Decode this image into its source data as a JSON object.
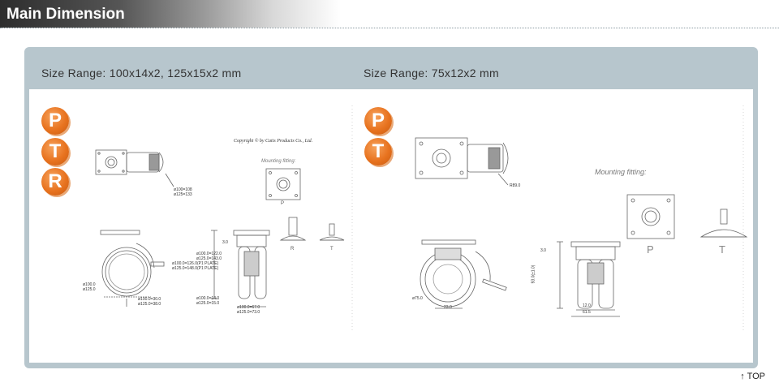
{
  "header": {
    "title": "Main Dimension"
  },
  "panel": {
    "left_range": "Size Range:  100x14x2,  125x15x2  mm",
    "right_range": "Size Range:  75x12x2  mm"
  },
  "left": {
    "badges": [
      "P",
      "T",
      "R"
    ],
    "copyright": "Copyright © by Catis Products Co., Ltd.",
    "mounting_title": "Mounting  fitting:",
    "fit_labels": [
      "P",
      "R",
      "T"
    ],
    "dims": {
      "top_a": "ø100=108",
      "top_b": "ø125=133",
      "wheel_a": "ø100.0",
      "wheel_b": "ø125.0",
      "base_a": "ø100.0=30.0",
      "base_b": "ø125.0=38.0",
      "h_30": "3.0",
      "h1_a": "ø100.0=122.0",
      "h1_b": "ø125.0=143.0",
      "h2_a": "ø100.0=126.0(P1 PLATE)",
      "h2_b": "ø125.0=148.0(P1 PLATE)",
      "w_a": "ø100.0=14.0",
      "w_b": "ø125.0=15.0",
      "w2_a": "ø100.0=67.0",
      "w2_b": "ø125.0=73.0"
    }
  },
  "right": {
    "badges": [
      "P",
      "T"
    ],
    "mounting_title": "Mounting  fitting:",
    "fit_labels": [
      "P",
      "T"
    ],
    "dims": {
      "r89": "R89.0",
      "wheel": "ø75.0",
      "base": "23.0",
      "h_30": "3.0",
      "h_main": "93.0(±1.0)",
      "w_a": "12.0",
      "w_b": "61.5"
    }
  },
  "footer": {
    "top_link": "↑ TOP"
  }
}
